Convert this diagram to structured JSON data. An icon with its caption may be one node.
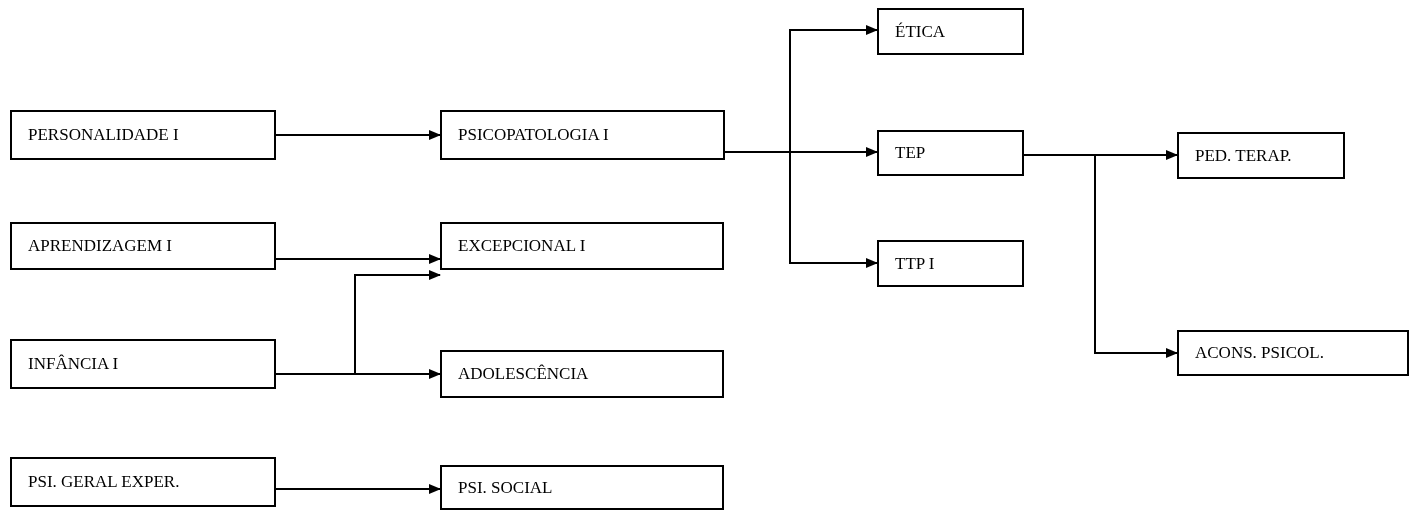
{
  "diagram": {
    "nodes": [
      {
        "text": [
          "PERSONALIDADE I"
        ]
      },
      {
        "text": [
          "PSICOPATOLOGIA I"
        ]
      },
      {
        "text": [
          "ÉTICA"
        ]
      },
      {
        "text": [
          "TEP"
        ]
      },
      {
        "text": [
          "TTP I"
        ]
      },
      {
        "text": [
          "PED. TERAP."
        ]
      },
      {
        "text": [
          "ACONS. PSICOL."
        ]
      },
      {
        "text": [
          "APRENDIZAGEM I"
        ]
      },
      {
        "text": [
          "EXCEPCIONAL I"
        ]
      },
      {
        "text": [
          "INFÂNCIA I"
        ]
      },
      {
        "text": [
          "ADOLESCÊNCIA"
        ]
      },
      {
        "text": [
          "PSI. GERAL EXPER."
        ]
      },
      {
        "text": [
          "PSI. SOCIAL"
        ]
      }
    ],
    "edges": [
      {
        "from": 0,
        "to": 1,
        "arrow": "to"
      },
      {
        "from": 1,
        "to": 2,
        "arrow": "to"
      },
      {
        "from": 1,
        "to": 3,
        "arrow": "to"
      },
      {
        "from": 1,
        "to": 4,
        "arrow": "to"
      },
      {
        "from": 3,
        "to": 5,
        "arrow": "to"
      },
      {
        "from": 3,
        "to": 6,
        "arrow": "to"
      },
      {
        "from": 7,
        "to": 8,
        "arrow": "to"
      },
      {
        "from": 9,
        "to": 8,
        "arrow": "to"
      },
      {
        "from": 9,
        "to": 10,
        "arrow": "to"
      },
      {
        "from": 11,
        "to": 12,
        "arrow": "to"
      }
    ]
  }
}
